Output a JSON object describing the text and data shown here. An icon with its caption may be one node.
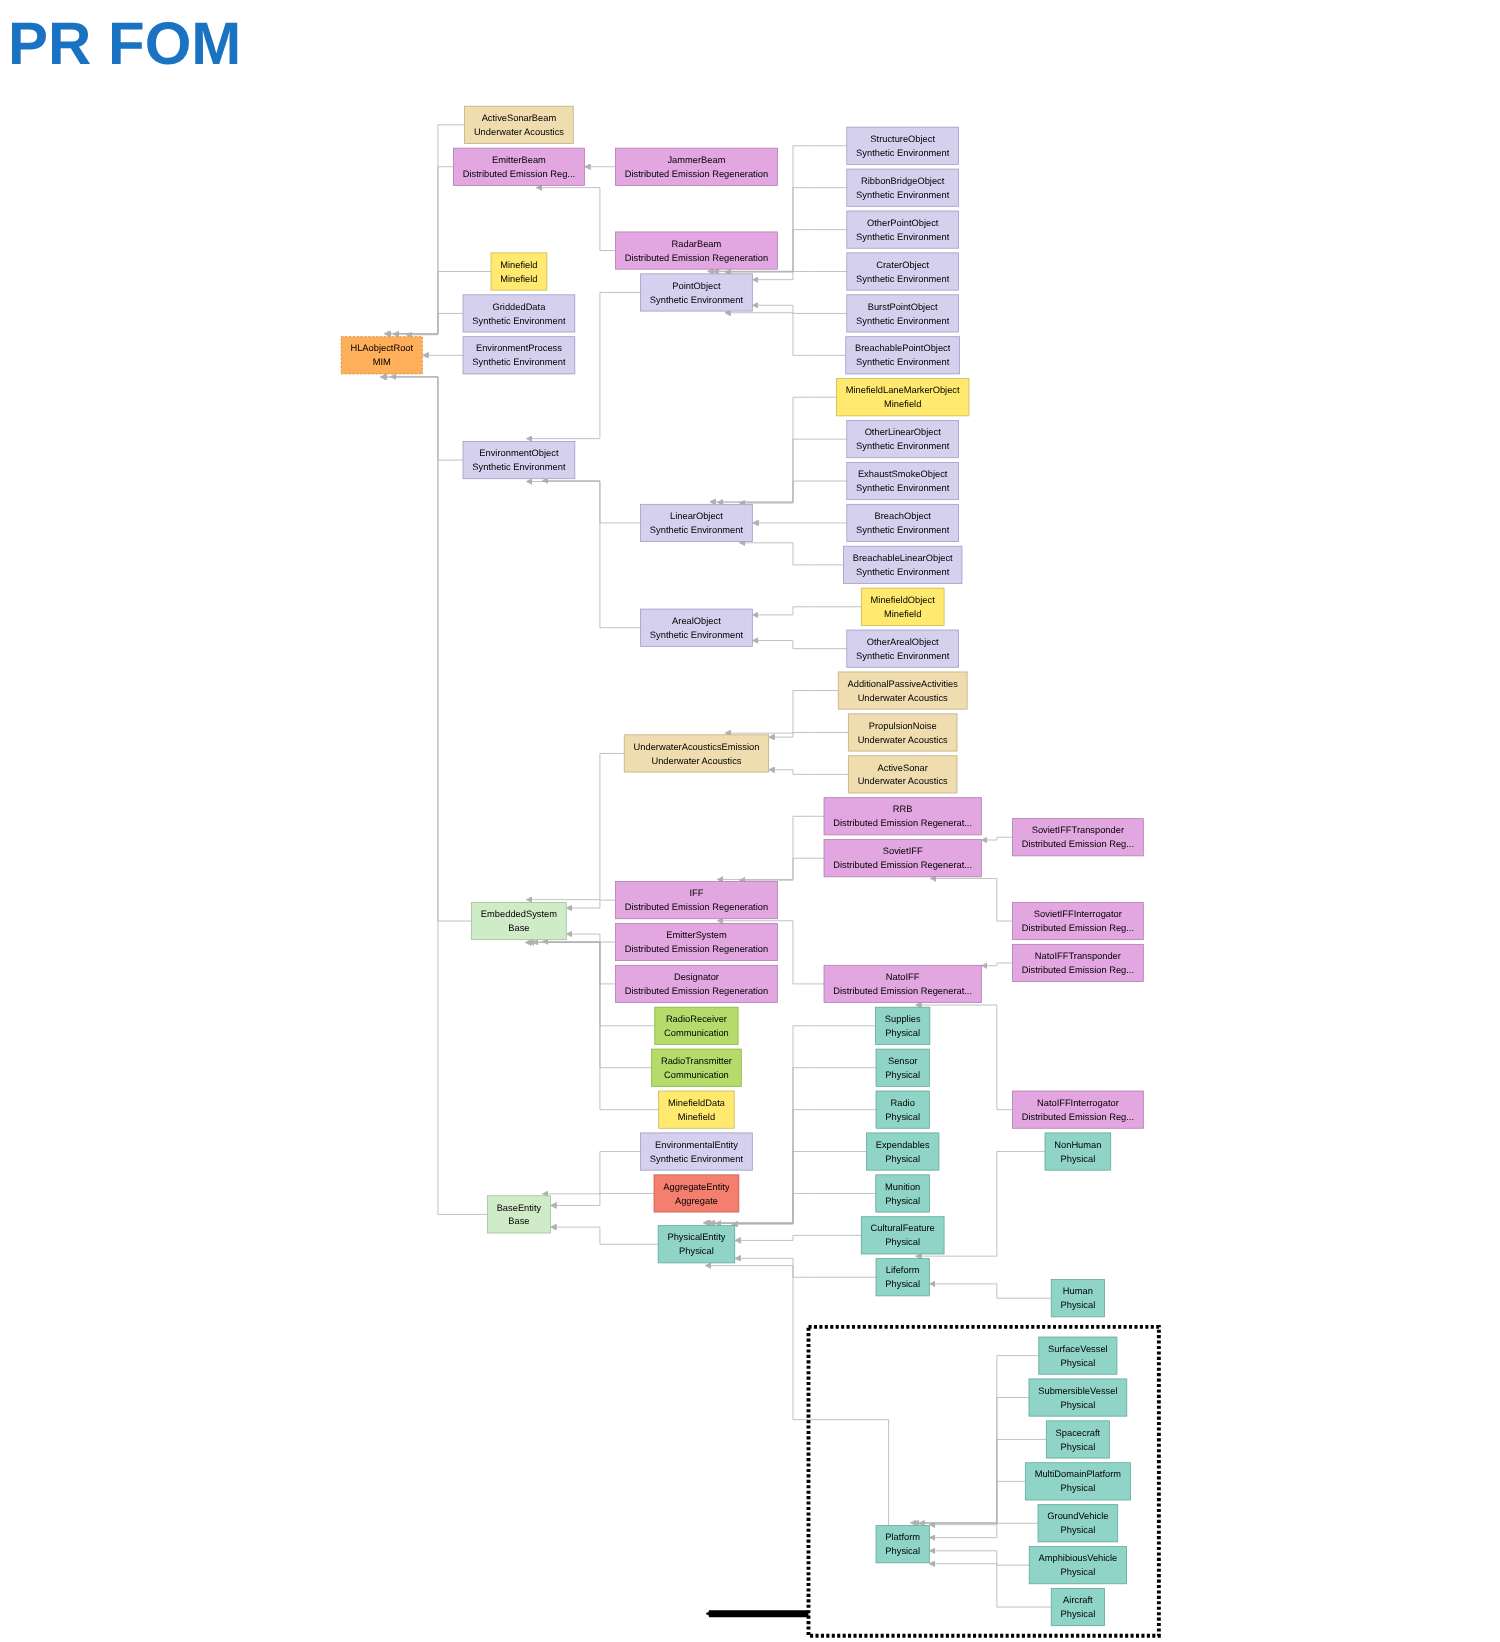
{
  "diagram": {
    "title": "PR FOM",
    "nodes": [
      {
        "text": [
          "HLAobjectRoot",
          "MIM"
        ]
      },
      {
        "text": [
          "BaseEntity",
          "Base"
        ]
      },
      {
        "text": [
          "PhysicalEntity",
          "Physical"
        ]
      },
      {
        "text": [],
        "shape": "box"
      },
      {
        "text": [
          "Platform",
          "Physical"
        ],
        "in": 3
      },
      {
        "text": [
          "Aircraft",
          "Physical"
        ],
        "in": 3
      },
      {
        "text": [
          "AmphibiousVehicle",
          "Physical"
        ],
        "in": 3
      },
      {
        "text": [
          "GroundVehicle",
          "Physical"
        ],
        "in": 3
      },
      {
        "text": [
          "MultiDomainPlatform",
          "Physical"
        ],
        "in": 3
      },
      {
        "text": [
          "Spacecraft",
          "Physical"
        ],
        "in": 3
      },
      {
        "text": [
          "SubmersibleVessel",
          "Physical"
        ],
        "in": 3
      },
      {
        "text": [
          "SurfaceVessel",
          "Physical"
        ],
        "in": 3
      },
      {
        "text": [
          "Lifeform",
          "Physical"
        ]
      },
      {
        "text": [
          "Human",
          "Physical"
        ]
      },
      {
        "text": [
          "NonHuman",
          "Physical"
        ]
      },
      {
        "text": [
          "CulturalFeature",
          "Physical"
        ]
      },
      {
        "text": [
          "Munition",
          "Physical"
        ]
      },
      {
        "text": [
          "Expendables",
          "Physical"
        ]
      },
      {
        "text": [
          "Radio",
          "Physical"
        ]
      },
      {
        "text": [
          "Sensor",
          "Physical"
        ]
      },
      {
        "text": [
          "Supplies",
          "Physical"
        ]
      },
      {
        "text": [
          "AggregateEntity",
          "Aggregate"
        ]
      },
      {
        "text": [
          "EnvironmentalEntity",
          "Synthetic Environment"
        ]
      },
      {
        "text": [
          "EmbeddedSystem",
          "Base"
        ]
      },
      {
        "text": [
          "MinefieldData",
          "Minefield"
        ]
      },
      {
        "text": [
          "RadioTransmitter",
          "Communication"
        ]
      },
      {
        "text": [
          "RadioReceiver",
          "Communication"
        ]
      },
      {
        "text": [
          "Designator",
          "Distributed Emission Regeneration"
        ]
      },
      {
        "text": [
          "EmitterSystem",
          "Distributed Emission Regeneration"
        ]
      },
      {
        "text": [
          "IFF",
          "Distributed Emission Regeneration"
        ]
      },
      {
        "text": [
          "NatoIFF",
          "Distributed Emission Regenerat..."
        ]
      },
      {
        "text": [
          "NatoIFFInterrogator",
          "Distributed Emission Reg..."
        ]
      },
      {
        "text": [
          "NatoIFFTransponder",
          "Distributed Emission Reg..."
        ]
      },
      {
        "text": [
          "SovietIFF",
          "Distributed Emission Regenerat..."
        ]
      },
      {
        "text": [
          "SovietIFFInterrogator",
          "Distributed Emission Reg..."
        ]
      },
      {
        "text": [
          "SovietIFFTransponder",
          "Distributed Emission Reg..."
        ]
      },
      {
        "text": [
          "RRB",
          "Distributed Emission Regenerat..."
        ]
      },
      {
        "text": [
          "UnderwaterAcousticsEmission",
          "Underwater Acoustics"
        ]
      },
      {
        "text": [
          "ActiveSonar",
          "Underwater Acoustics"
        ]
      },
      {
        "text": [
          "PropulsionNoise",
          "Underwater Acoustics"
        ]
      },
      {
        "text": [
          "AdditionalPassiveActivities",
          "Underwater Acoustics"
        ]
      },
      {
        "text": [
          "EnvironmentObject",
          "Synthetic Environment"
        ]
      },
      {
        "text": [
          "ArealObject",
          "Synthetic Environment"
        ]
      },
      {
        "text": [
          "OtherArealObject",
          "Synthetic Environment"
        ]
      },
      {
        "text": [
          "MinefieldObject",
          "Minefield"
        ]
      },
      {
        "text": [
          "LinearObject",
          "Synthetic Environment"
        ]
      },
      {
        "text": [
          "BreachableLinearObject",
          "Synthetic Environment"
        ]
      },
      {
        "text": [
          "BreachObject",
          "Synthetic Environment"
        ]
      },
      {
        "text": [
          "ExhaustSmokeObject",
          "Synthetic Environment"
        ]
      },
      {
        "text": [
          "OtherLinearObject",
          "Synthetic Environment"
        ]
      },
      {
        "text": [
          "MinefieldLaneMarkerObject",
          "Minefield"
        ]
      },
      {
        "text": [
          "PointObject",
          "Synthetic Environment"
        ]
      },
      {
        "text": [
          "BreachablePointObject",
          "Synthetic Environment"
        ]
      },
      {
        "text": [
          "BurstPointObject",
          "Synthetic Environment"
        ]
      },
      {
        "text": [
          "CraterObject",
          "Synthetic Environment"
        ]
      },
      {
        "text": [
          "OtherPointObject",
          "Synthetic Environment"
        ]
      },
      {
        "text": [
          "RibbonBridgeObject",
          "Synthetic Environment"
        ]
      },
      {
        "text": [
          "StructureObject",
          "Synthetic Environment"
        ]
      },
      {
        "text": [
          "EnvironmentProcess",
          "Synthetic Environment"
        ]
      },
      {
        "text": [
          "GriddedData",
          "Synthetic Environment"
        ]
      },
      {
        "text": [
          "Minefield",
          "Minefield"
        ]
      },
      {
        "text": [
          "EmitterBeam",
          "Distributed Emission Reg..."
        ]
      },
      {
        "text": [
          "RadarBeam",
          "Distributed Emission Regeneration"
        ]
      },
      {
        "text": [
          "JammerBeam",
          "Distributed Emission Regeneration"
        ]
      },
      {
        "text": [
          "ActiveSonarBeam",
          "Underwater Acoustics"
        ]
      }
    ],
    "edges": [
      {
        "from": 1,
        "to": 0,
        "arrow": "to"
      },
      {
        "from": 2,
        "to": 1,
        "arrow": "to"
      },
      {
        "from": 4,
        "to": 2,
        "arrow": "to"
      },
      {
        "from": 5,
        "to": 4,
        "arrow": "to"
      },
      {
        "from": 6,
        "to": 4,
        "arrow": "to"
      },
      {
        "from": 7,
        "to": 4,
        "arrow": "to"
      },
      {
        "from": 8,
        "to": 4,
        "arrow": "to"
      },
      {
        "from": 9,
        "to": 4,
        "arrow": "to"
      },
      {
        "from": 10,
        "to": 4,
        "arrow": "to"
      },
      {
        "from": 11,
        "to": 4,
        "arrow": "to"
      },
      {
        "from": 3,
        "to": null,
        "arrow": "to",
        "style": "thick",
        "color": "#000000"
      },
      {
        "from": 12,
        "to": 2,
        "arrow": "to"
      },
      {
        "from": 13,
        "to": 12,
        "arrow": "to"
      },
      {
        "from": 14,
        "to": 12,
        "arrow": "to"
      },
      {
        "from": 15,
        "to": 2,
        "arrow": "to"
      },
      {
        "from": 16,
        "to": 2,
        "arrow": "to"
      },
      {
        "from": 17,
        "to": 2,
        "arrow": "to"
      },
      {
        "from": 18,
        "to": 2,
        "arrow": "to"
      },
      {
        "from": 19,
        "to": 2,
        "arrow": "to"
      },
      {
        "from": 20,
        "to": 2,
        "arrow": "to"
      },
      {
        "from": 21,
        "to": 1,
        "arrow": "to"
      },
      {
        "from": 22,
        "to": 1,
        "arrow": "to"
      },
      {
        "from": 23,
        "to": 0,
        "arrow": "to"
      },
      {
        "from": 24,
        "to": 23,
        "arrow": "to"
      },
      {
        "from": 25,
        "to": 23,
        "arrow": "to"
      },
      {
        "from": 26,
        "to": 23,
        "arrow": "to"
      },
      {
        "from": 27,
        "to": 23,
        "arrow": "to"
      },
      {
        "from": 28,
        "to": 23,
        "arrow": "to"
      },
      {
        "from": 29,
        "to": 23,
        "arrow": "to"
      },
      {
        "from": 30,
        "to": 29,
        "arrow": "to"
      },
      {
        "from": 31,
        "to": 30,
        "arrow": "to"
      },
      {
        "from": 32,
        "to": 30,
        "arrow": "to"
      },
      {
        "from": 33,
        "to": 29,
        "arrow": "to"
      },
      {
        "from": 34,
        "to": 33,
        "arrow": "to"
      },
      {
        "from": 35,
        "to": 33,
        "arrow": "to"
      },
      {
        "from": 36,
        "to": 29,
        "arrow": "to"
      },
      {
        "from": 37,
        "to": 23,
        "arrow": "to"
      },
      {
        "from": 38,
        "to": 37,
        "arrow": "to"
      },
      {
        "from": 39,
        "to": 37,
        "arrow": "to"
      },
      {
        "from": 40,
        "to": 37,
        "arrow": "to"
      },
      {
        "from": 41,
        "to": 0,
        "arrow": "to"
      },
      {
        "from": 42,
        "to": 41,
        "arrow": "to"
      },
      {
        "from": 43,
        "to": 42,
        "arrow": "to"
      },
      {
        "from": 44,
        "to": 42,
        "arrow": "to"
      },
      {
        "from": 45,
        "to": 41,
        "arrow": "to"
      },
      {
        "from": 46,
        "to": 45,
        "arrow": "to"
      },
      {
        "from": 47,
        "to": 45,
        "arrow": "to"
      },
      {
        "from": 48,
        "to": 45,
        "arrow": "to"
      },
      {
        "from": 49,
        "to": 45,
        "arrow": "to"
      },
      {
        "from": 50,
        "to": 45,
        "arrow": "to"
      },
      {
        "from": 51,
        "to": 41,
        "arrow": "to"
      },
      {
        "from": 52,
        "to": 51,
        "arrow": "to"
      },
      {
        "from": 53,
        "to": 51,
        "arrow": "to"
      },
      {
        "from": 54,
        "to": 51,
        "arrow": "to"
      },
      {
        "from": 55,
        "to": 51,
        "arrow": "to"
      },
      {
        "from": 56,
        "to": 51,
        "arrow": "to"
      },
      {
        "from": 57,
        "to": 51,
        "arrow": "to"
      },
      {
        "from": 58,
        "to": 0,
        "arrow": "to"
      },
      {
        "from": 59,
        "to": 0,
        "arrow": "to"
      },
      {
        "from": 60,
        "to": 0,
        "arrow": "to"
      },
      {
        "from": 61,
        "to": 0,
        "arrow": "to"
      },
      {
        "from": 62,
        "to": 61,
        "arrow": "to"
      },
      {
        "from": 63,
        "to": 61,
        "arrow": "to"
      },
      {
        "from": 64,
        "to": 0,
        "arrow": "to"
      }
    ]
  }
}
